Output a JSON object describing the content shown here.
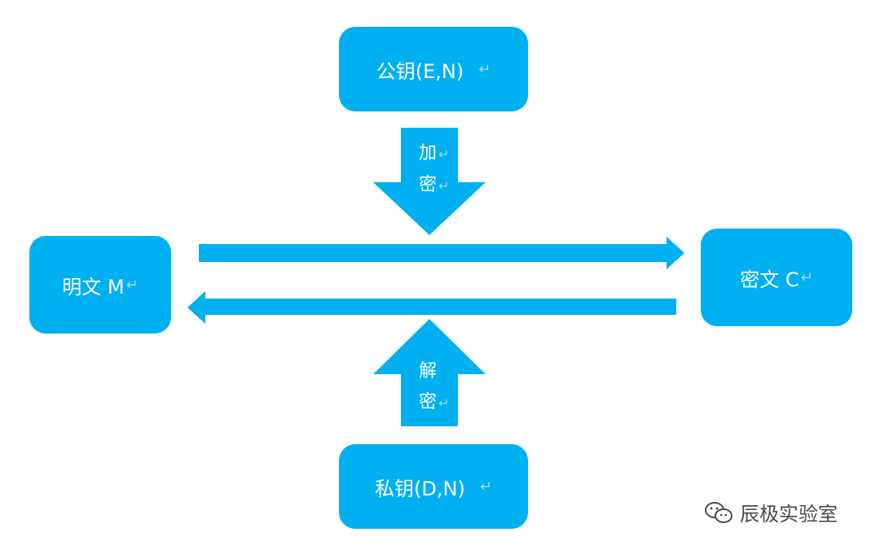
{
  "nodes": {
    "public_key": "公钥(E,N)",
    "private_key": "私钥(D,N)",
    "plaintext": "明文 M",
    "ciphertext": "密文 C"
  },
  "arrows": {
    "encrypt": [
      "加",
      "密"
    ],
    "decrypt": [
      "解",
      "密"
    ]
  },
  "return_mark": "↵",
  "watermark": "辰极实验室",
  "colors": {
    "accent": "#00b0f0",
    "text": "#ffffff",
    "watermark": "#4a4a4a"
  }
}
